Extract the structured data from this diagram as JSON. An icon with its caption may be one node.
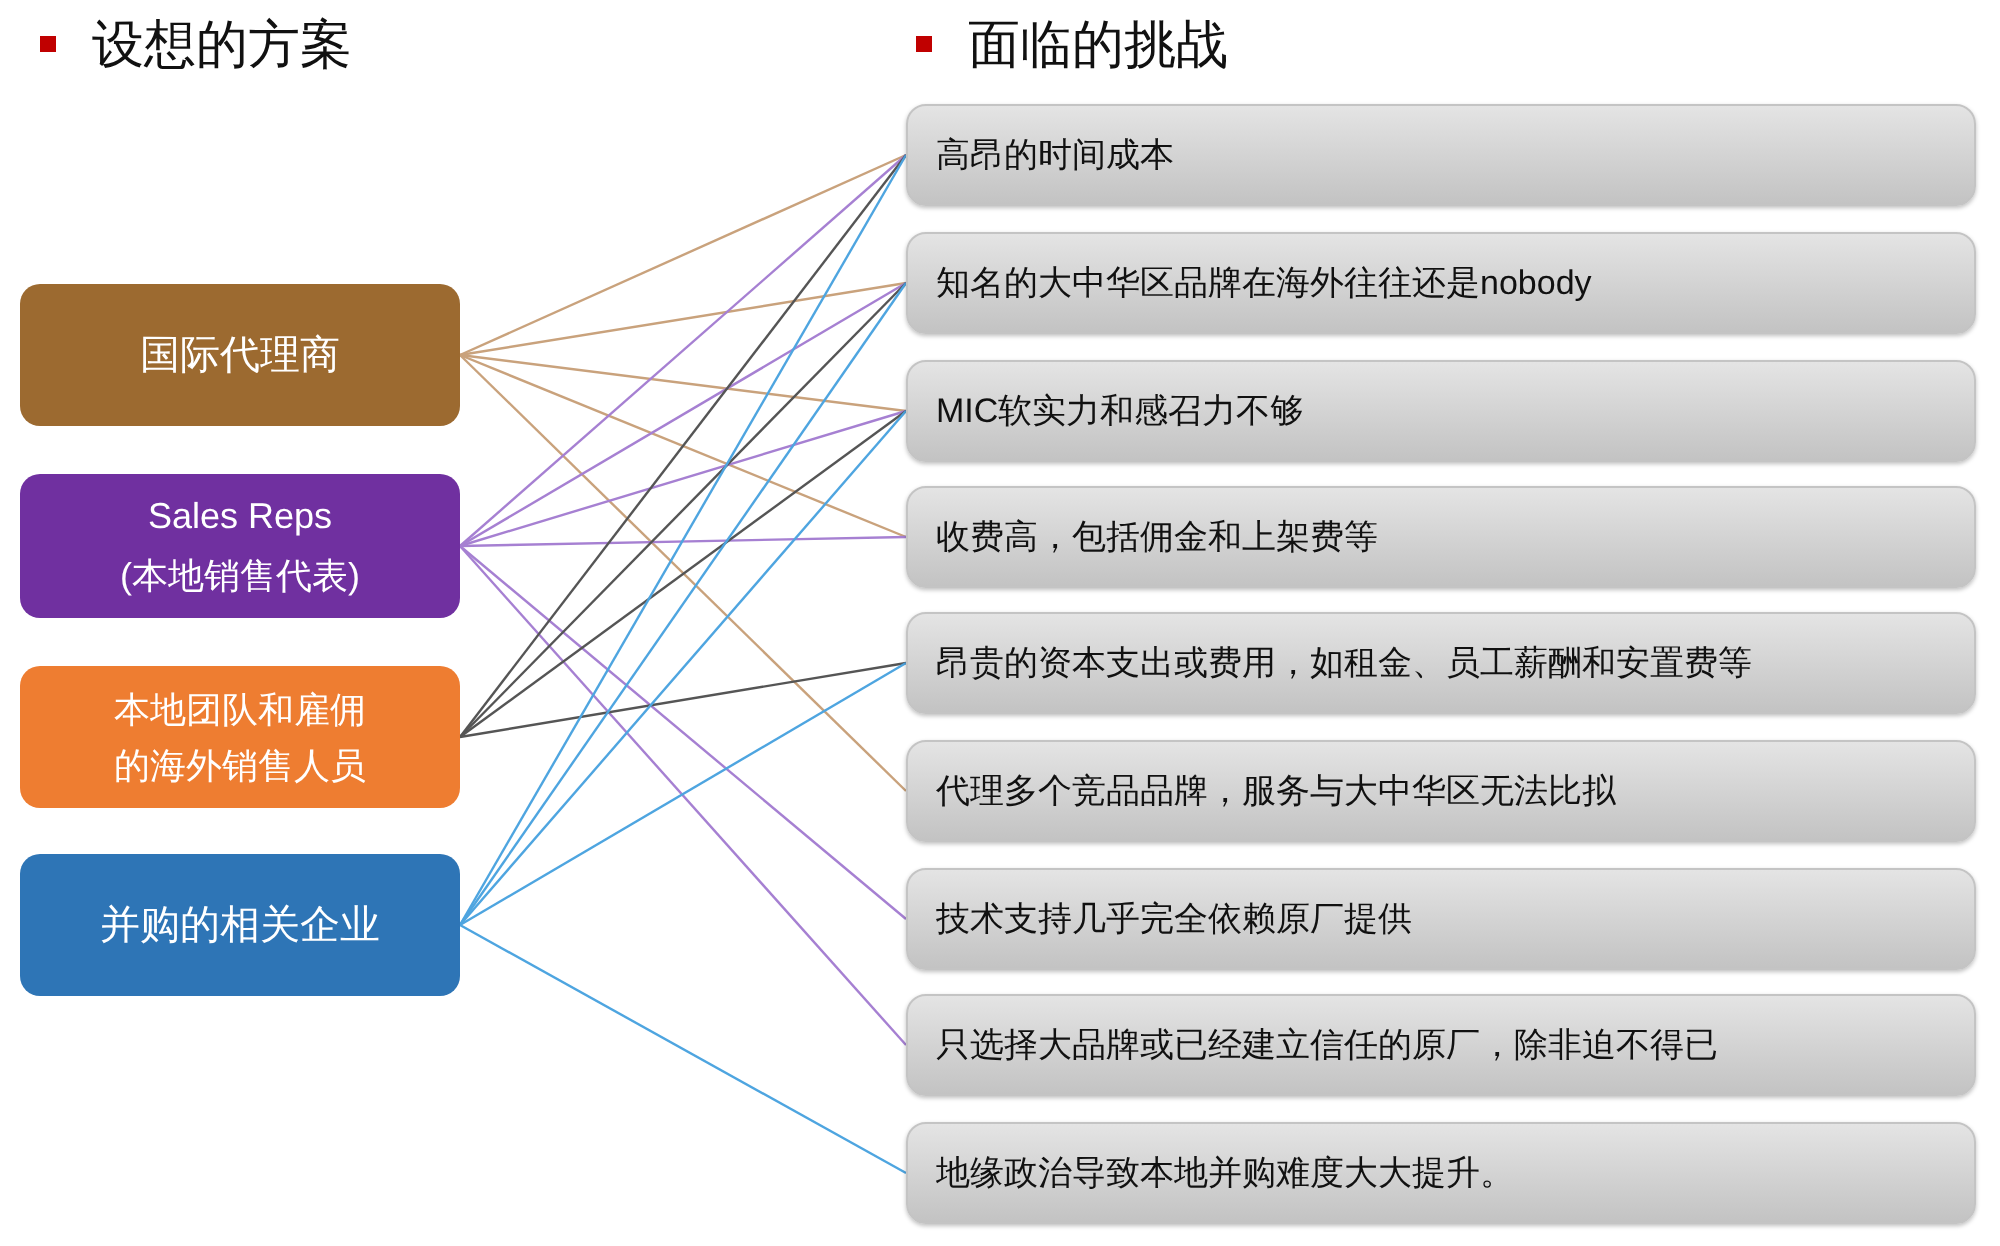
{
  "diagram": {
    "nodes": [
      {
        "text": [
          "国际代理商"
        ]
      },
      {
        "text": [
          "Sales Reps (本地销售代表)"
        ]
      },
      {
        "text": [
          "本地团队和雇佣的海外销售人员"
        ]
      },
      {
        "text": [
          "并购的相关企业"
        ]
      },
      {
        "text": [
          "高昂的时间成本"
        ]
      },
      {
        "text": [
          "知名的大中华区品牌在海外往往还是nobody"
        ]
      },
      {
        "text": [
          "MIC软实力和感召力不够"
        ]
      },
      {
        "text": [
          "收费高，包括佣金和上架费等"
        ]
      },
      {
        "text": [
          "昂贵的资本支出或费用，如租金、员工薪酬和安置费等"
        ]
      },
      {
        "text": [
          "代理多个竞品品牌，服务与大中华区无法比拟"
        ]
      },
      {
        "text": [
          "技术支持几乎完全依赖原厂提供"
        ]
      },
      {
        "text": [
          "只选择大品牌或已经建立信任的原厂，除非迫不得已"
        ]
      },
      {
        "text": [
          "地缘政治导致本地并购难度大大提升。"
        ]
      }
    ],
    "edges": [
      {
        "from": 0,
        "to": 4,
        "arrow": "none",
        "color": "#c9a27c"
      },
      {
        "from": 0,
        "to": 5,
        "arrow": "none",
        "color": "#c9a27c"
      },
      {
        "from": 0,
        "to": 6,
        "arrow": "none",
        "color": "#c9a27c"
      },
      {
        "from": 0,
        "to": 7,
        "arrow": "none",
        "color": "#c9a27c"
      },
      {
        "from": 0,
        "to": 9,
        "arrow": "none",
        "color": "#c9a27c"
      },
      {
        "from": 1,
        "to": 4,
        "arrow": "none",
        "color": "#a680d2"
      },
      {
        "from": 1,
        "to": 5,
        "arrow": "none",
        "color": "#a680d2"
      },
      {
        "from": 1,
        "to": 6,
        "arrow": "none",
        "color": "#a680d2"
      },
      {
        "from": 1,
        "to": 7,
        "arrow": "none",
        "color": "#a680d2"
      },
      {
        "from": 1,
        "to": 10,
        "arrow": "none",
        "color": "#a680d2"
      },
      {
        "from": 1,
        "to": 11,
        "arrow": "none",
        "color": "#a680d2"
      },
      {
        "from": 2,
        "to": 4,
        "arrow": "none",
        "color": "#555555"
      },
      {
        "from": 2,
        "to": 5,
        "arrow": "none",
        "color": "#555555"
      },
      {
        "from": 2,
        "to": 6,
        "arrow": "none",
        "color": "#555555"
      },
      {
        "from": 2,
        "to": 8,
        "arrow": "none",
        "color": "#555555"
      },
      {
        "from": 3,
        "to": 4,
        "arrow": "none",
        "color": "#4ea5e0"
      },
      {
        "from": 3,
        "to": 5,
        "arrow": "none",
        "color": "#4ea5e0"
      },
      {
        "from": 3,
        "to": 6,
        "arrow": "none",
        "color": "#4ea5e0"
      },
      {
        "from": 3,
        "to": 8,
        "arrow": "none",
        "color": "#4ea5e0"
      },
      {
        "from": 3,
        "to": 12,
        "arrow": "none",
        "color": "#4ea5e0"
      }
    ],
    "labels": [
      "设想的方案",
      "面临的挑战"
    ]
  }
}
